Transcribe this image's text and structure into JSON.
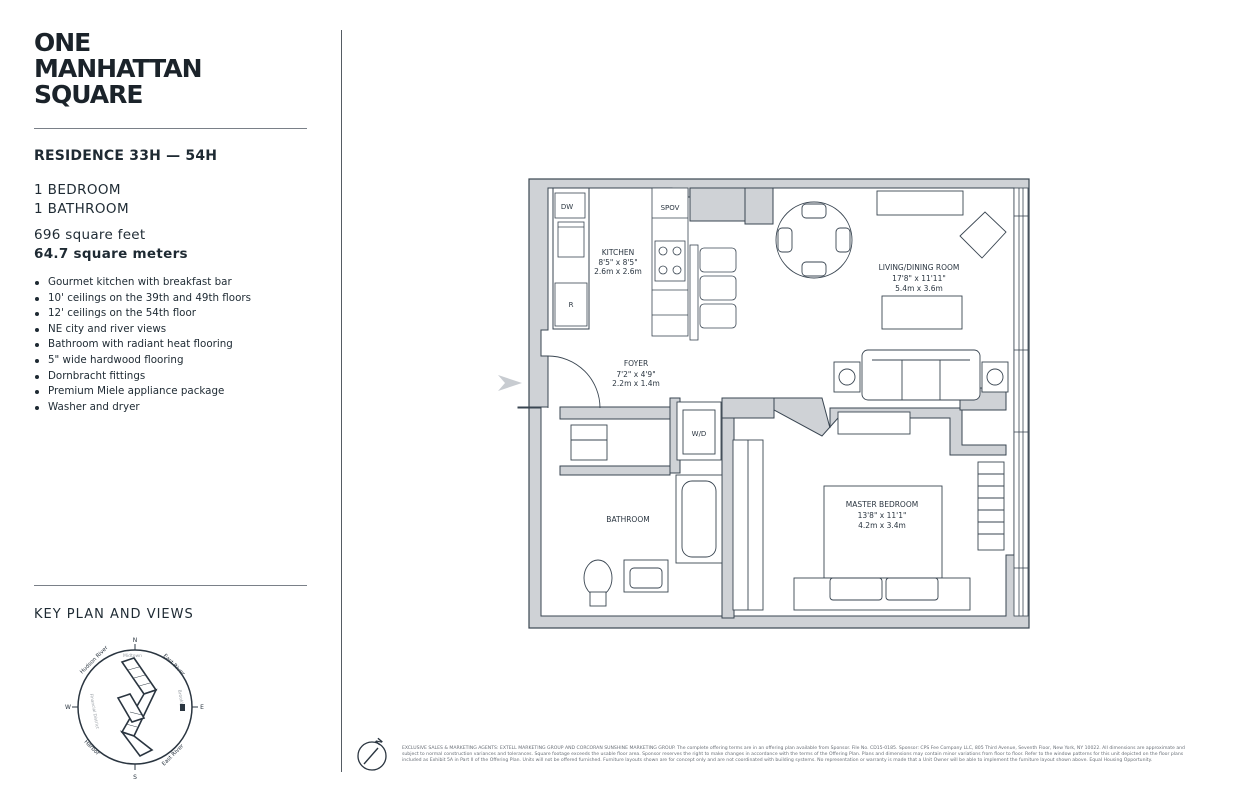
{
  "brand": {
    "line1": "ONE",
    "line2": "MANHATTAN",
    "line3": "SQUARE"
  },
  "residence": {
    "title": "RESIDENCE 33H — 54H",
    "bedrooms": "1 BEDROOM",
    "bathrooms": "1 BATHROOM",
    "sqft": "696 square feet",
    "sqm": "64.7 square meters"
  },
  "features": [
    "Gourmet kitchen with breakfast bar",
    "10' ceilings on the 39th and 49th floors",
    "12' ceilings on the 54th floor",
    "NE city and river views",
    "Bathroom with radiant heat flooring",
    "5\" wide hardwood flooring",
    "Dornbracht fittings",
    "Premium Miele appliance package",
    "Washer and dryer"
  ],
  "key_plan": {
    "title": "KEY PLAN AND VIEWS",
    "labels": {
      "north": "N",
      "south": "S",
      "east": "E",
      "west": "W",
      "hudson": "Hudson River",
      "east_river_top": "East River",
      "east_river_bottom": "East River",
      "harbor": "Harbor",
      "midtown": "Midtown",
      "brooklyn": "Brooklyn",
      "financial": "Financial District"
    }
  },
  "floorplan": {
    "rooms": {
      "kitchen": {
        "name": "KITCHEN",
        "imperial": "8'5\" x 8'5\"",
        "metric": "2.6m x 2.6m"
      },
      "living": {
        "name": "LIVING/DINING ROOM",
        "imperial": "17'8\" x 11'11\"",
        "metric": "5.4m x 3.6m"
      },
      "foyer": {
        "name": "FOYER",
        "imperial": "7'2\" x 4'9\"",
        "metric": "2.2m x 1.4m"
      },
      "bath": {
        "name": "BATHROOM"
      },
      "bedroom": {
        "name": "MASTER BEDROOM",
        "imperial": "13'8\" x 11'1\"",
        "metric": "4.2m x 3.4m"
      }
    },
    "labels": {
      "dw": "DW",
      "r": "R",
      "spov": "SPOV",
      "wd": "W/D"
    }
  },
  "north_arrow": "N",
  "disclaimer": "EXCLUSIVE SALES & MARKETING AGENTS: EXTELL MARKETING GROUP AND CORCORAN SUNSHINE MARKETING GROUP. The complete offering terms are in an offering plan available from Sponsor. File No. CD15-0185. Sponsor: CPS Fee Company LLC, 805 Third Avenue, Seventh Floor, New York, NY 10022. All dimensions are approximate and subject to normal construction variances and tolerances. Square footage exceeds the usable floor area. Sponsor reserves the right to make changes in accordance with the terms of the Offering Plan. Plans and dimensions may contain minor variations from floor to floor. Refer to the window patterns for this unit depicted on the floor plans included as Exhibit 5A in Part II of the Offering Plan. Units will not be offered furnished. Furniture layouts shown are for concept only and are not coordinated with building systems. No representation or warranty is made that a Unit Owner will be able to implement the furniture layout shown above. Equal Housing Opportunity."
}
